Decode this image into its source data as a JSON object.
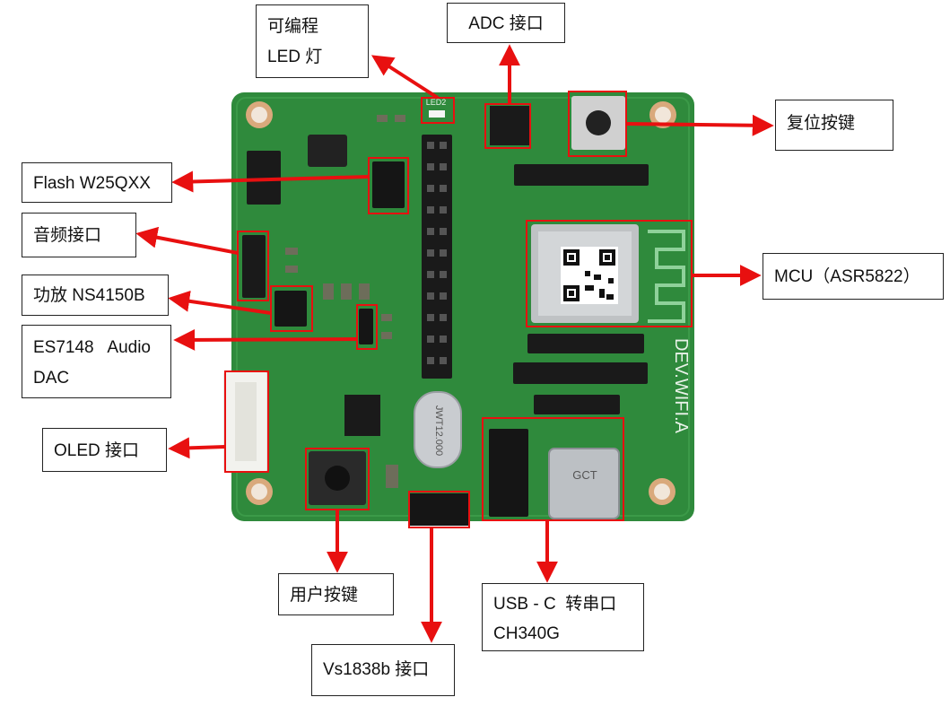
{
  "labels": {
    "led": [
      "可编程",
      "LED 灯"
    ],
    "adc": "ADC 接口",
    "reset": "复位按键",
    "flash": "Flash W25QXX",
    "audio": "音频接口",
    "amp": "功放 NS4150B",
    "dac": [
      "ES7148   Audio",
      "DAC"
    ],
    "mcu": "MCU（ASR5822）",
    "oled": "OLED 接口",
    "user_key": "用户按键",
    "usb": [
      "USB - C  转串口",
      "CH340G"
    ],
    "vs1838": "Vs1838b 接口"
  },
  "board": {
    "silkscreen_brand": "DEV.WIFI.A",
    "crystal_text": "JWT12.000",
    "usb_text": "GCT",
    "led_text": "LED2"
  },
  "colors": {
    "pcb": "#2f8a3c",
    "pcb_dark": "#1f6a2a",
    "arrow": "#e81010",
    "box": "#e81010"
  }
}
